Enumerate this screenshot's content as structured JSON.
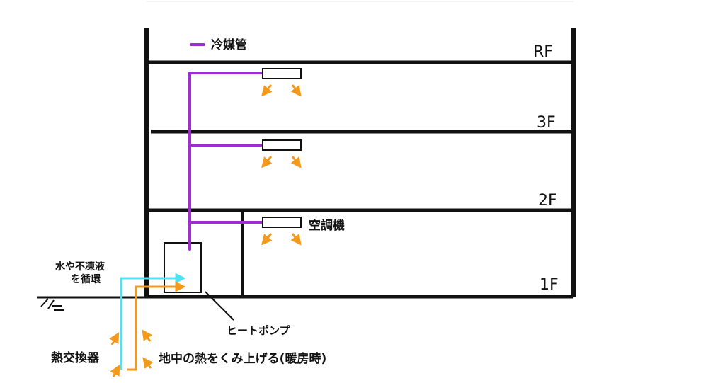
{
  "colors": {
    "building": "#111111",
    "refrigerant": "#a22bd6",
    "warm_air": "#f39a1c",
    "water_loop": "#4fe3f2",
    "ground_loop": "#f39a1c",
    "background": "#ffffff"
  },
  "legend": {
    "refrigerant_label": "冷媒管"
  },
  "floors": {
    "rf": "RF",
    "f3": "3F",
    "f2": "2F",
    "f1": "1F"
  },
  "labels": {
    "air_conditioner": "空調機",
    "heat_pump": "ヒートポンプ",
    "circulation_line1": "水や不凍液",
    "circulation_line2": "を循環",
    "heat_exchanger": "熱交換器",
    "ground_heat": "地中の熱をくみ上げる(暖房時)",
    "ground_symbol": "/ /≡"
  }
}
